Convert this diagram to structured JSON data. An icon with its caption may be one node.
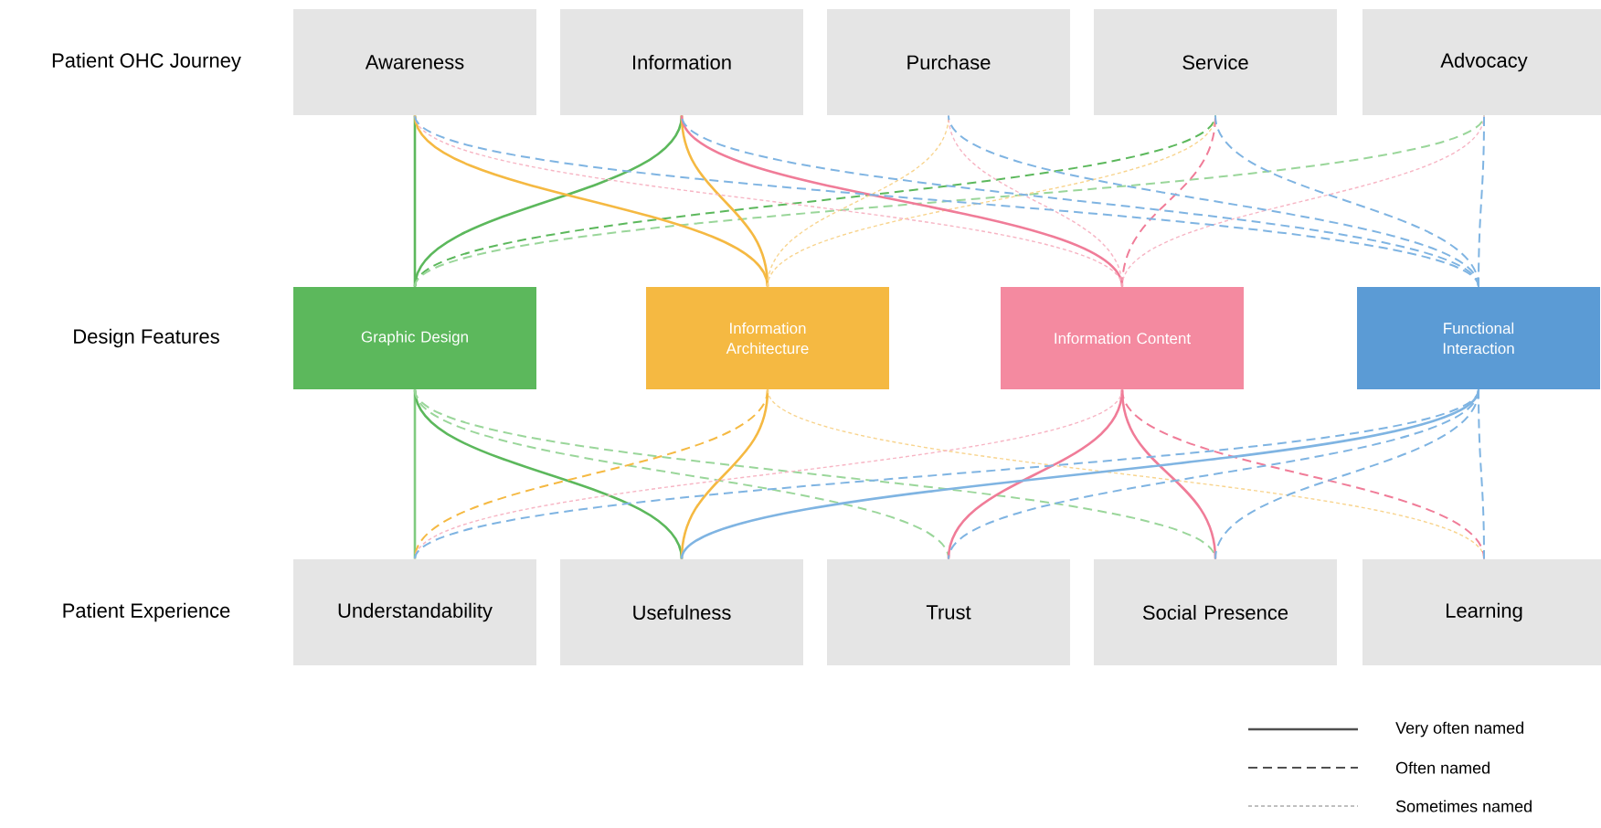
{
  "diagram": {
    "nodes": [
      {
        "text": [
          "Awareness"
        ]
      },
      {
        "text": [
          "Information"
        ]
      },
      {
        "text": [
          "Purchase"
        ]
      },
      {
        "text": [
          "Service"
        ]
      },
      {
        "text": [
          "Advocacy"
        ]
      },
      {
        "text": [
          "Graphic Design"
        ]
      },
      {
        "text": [
          "Information Architecture"
        ]
      },
      {
        "text": [
          "Information Content"
        ]
      },
      {
        "text": [
          "Functional Interaction"
        ]
      },
      {
        "text": [
          "Understandability"
        ]
      },
      {
        "text": [
          "Usefulness"
        ]
      },
      {
        "text": [
          "Trust"
        ]
      },
      {
        "text": [
          "Social Presence"
        ]
      },
      {
        "text": [
          "Learning"
        ]
      }
    ],
    "edges": [
      {
        "from": 5,
        "to": 0,
        "arrow": "none",
        "color": "#5cb85c"
      },
      {
        "from": 5,
        "to": 1,
        "arrow": "none",
        "color": "#5cb85c"
      },
      {
        "from": 5,
        "to": 3,
        "arrow": "none",
        "style": "dashed",
        "color": "#5cb85c"
      },
      {
        "from": 5,
        "to": 4,
        "arrow": "none",
        "style": "dashed",
        "color": "#9ad69a"
      },
      {
        "from": 6,
        "to": 0,
        "arrow": "none",
        "color": "#f5b942"
      },
      {
        "from": 6,
        "to": 1,
        "arrow": "none",
        "color": "#f5b942"
      },
      {
        "from": 6,
        "to": 2,
        "arrow": "none",
        "style": "dashed",
        "color": "#f8d48e"
      },
      {
        "from": 6,
        "to": 3,
        "arrow": "none",
        "style": "dashed",
        "color": "#f8d48e"
      },
      {
        "from": 7,
        "to": 1,
        "arrow": "none",
        "color": "#f07c98"
      },
      {
        "from": 7,
        "to": 0,
        "arrow": "none",
        "style": "dashed",
        "color": "#f7b5c4"
      },
      {
        "from": 7,
        "to": 2,
        "arrow": "none",
        "style": "dashed",
        "color": "#f7b5c4"
      },
      {
        "from": 7,
        "to": 3,
        "arrow": "none",
        "style": "dashed",
        "color": "#f07c98"
      },
      {
        "from": 7,
        "to": 4,
        "arrow": "none",
        "style": "dashed",
        "color": "#f7b5c4"
      },
      {
        "from": 8,
        "to": 0,
        "arrow": "none",
        "style": "dashed",
        "color": "#7fb4e2"
      },
      {
        "from": 8,
        "to": 1,
        "arrow": "none",
        "style": "dashed",
        "color": "#7fb4e2"
      },
      {
        "from": 8,
        "to": 2,
        "arrow": "none",
        "style": "dashed",
        "color": "#7fb4e2"
      },
      {
        "from": 8,
        "to": 3,
        "arrow": "none",
        "style": "dashed",
        "color": "#7fb4e2"
      },
      {
        "from": 8,
        "to": 4,
        "arrow": "none",
        "style": "dashed",
        "color": "#7fb4e2"
      },
      {
        "from": 5,
        "to": 9,
        "arrow": "none",
        "color": "#7fcb7f"
      },
      {
        "from": 5,
        "to": 10,
        "arrow": "none",
        "color": "#5cb85c"
      },
      {
        "from": 5,
        "to": 11,
        "arrow": "none",
        "style": "dashed",
        "color": "#9ad69a"
      },
      {
        "from": 5,
        "to": 12,
        "arrow": "none",
        "style": "dashed",
        "color": "#9ad69a"
      },
      {
        "from": 6,
        "to": 10,
        "arrow": "none",
        "color": "#f5b942"
      },
      {
        "from": 6,
        "to": 9,
        "arrow": "none",
        "style": "dashed",
        "color": "#f5b942"
      },
      {
        "from": 6,
        "to": 13,
        "arrow": "none",
        "style": "dashed",
        "color": "#f8d48e"
      },
      {
        "from": 7,
        "to": 11,
        "arrow": "none",
        "color": "#f07c98"
      },
      {
        "from": 7,
        "to": 12,
        "arrow": "none",
        "color": "#f07c98"
      },
      {
        "from": 7,
        "to": 9,
        "arrow": "none",
        "style": "dashed",
        "color": "#f7b5c4"
      },
      {
        "from": 7,
        "to": 13,
        "arrow": "none",
        "style": "dashed",
        "color": "#f07c98"
      },
      {
        "from": 8,
        "to": 10,
        "arrow": "none",
        "color": "#7fb4e2"
      },
      {
        "from": 8,
        "to": 9,
        "arrow": "none",
        "style": "dashed",
        "color": "#7fb4e2"
      },
      {
        "from": 8,
        "to": 11,
        "arrow": "none",
        "style": "dashed",
        "color": "#7fb4e2"
      },
      {
        "from": 8,
        "to": 12,
        "arrow": "none",
        "style": "dashed",
        "color": "#7fb4e2"
      },
      {
        "from": 8,
        "to": 13,
        "arrow": "none",
        "style": "dashed",
        "color": "#7fb4e2"
      }
    ],
    "labels": [
      "Patient OHC Journey",
      "Design Features",
      "Patient Experience"
    ],
    "legend": [
      {
        "text": "Very often named"
      },
      {
        "text": "Often named"
      },
      {
        "text": "Sometimes named"
      }
    ]
  }
}
